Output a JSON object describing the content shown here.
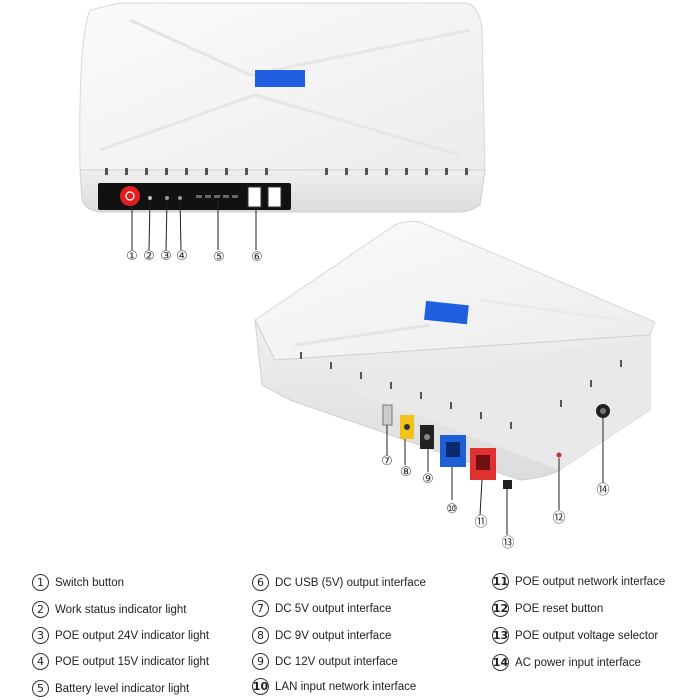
{
  "callouts": [
    {
      "num": "①"
    },
    {
      "num": "②"
    },
    {
      "num": "③"
    },
    {
      "num": "④"
    },
    {
      "num": "⑤"
    },
    {
      "num": "⑥"
    },
    {
      "num": "⑦"
    },
    {
      "num": "⑧"
    },
    {
      "num": "⑨"
    },
    {
      "num": "⑩"
    },
    {
      "num": "⑪"
    },
    {
      "num": "⑫"
    },
    {
      "num": "⑬"
    },
    {
      "num": "⑭"
    }
  ],
  "legend": [
    {
      "num": "1",
      "label": "Switch button"
    },
    {
      "num": "2",
      "label": "Work status indicator light"
    },
    {
      "num": "3",
      "label": "POE output 24V indicator light"
    },
    {
      "num": "4",
      "label": "POE output 15V indicator light"
    },
    {
      "num": "5",
      "label": "Battery level indicator light"
    },
    {
      "num": "6",
      "label": "DC USB (5V) output interface"
    },
    {
      "num": "7",
      "label": "DC 5V output interface"
    },
    {
      "num": "8",
      "label": "DC 9V output interface"
    },
    {
      "num": "9",
      "label": "DC 12V output interface"
    },
    {
      "num": "10",
      "label": "LAN input network interface"
    },
    {
      "num": "11",
      "label": "POE output network interface"
    },
    {
      "num": "12",
      "label": "POE reset button"
    },
    {
      "num": "13",
      "label": "POE output voltage selector"
    },
    {
      "num": "14",
      "label": "AC power input interface"
    }
  ],
  "colors": {
    "accent_blue": "#1f5fe0",
    "power_red": "#e02020",
    "lan_blue": "#1e5fd8",
    "poe_red": "#e03030",
    "port_yellow": "#f3c21b",
    "body_white": "#f3f3f3"
  }
}
